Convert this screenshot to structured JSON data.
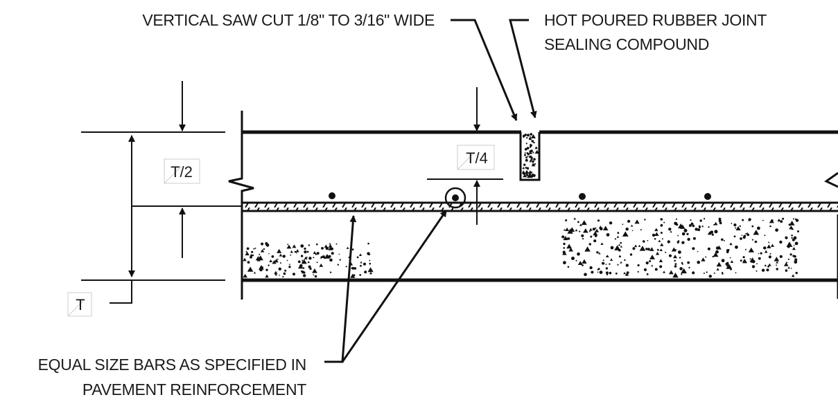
{
  "callouts": {
    "saw_cut": "VERTICAL SAW CUT 1/8\" TO 3/16\" WIDE",
    "sealant_line1": "HOT POURED RUBBER JOINT",
    "sealant_line2": "SEALING COMPOUND",
    "bars_line1": "EQUAL SIZE BARS AS SPECIFIED IN",
    "bars_line2": "PAVEMENT REINFORCEMENT"
  },
  "dimensions": {
    "half_thickness": "T/2",
    "quarter_thickness": "T/4",
    "thickness": "T"
  }
}
